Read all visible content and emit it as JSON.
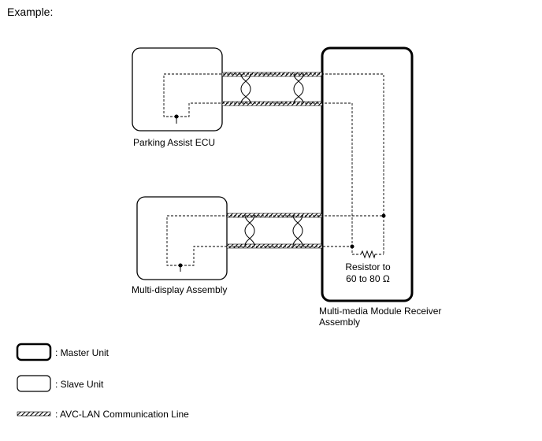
{
  "heading": "Example:",
  "units": {
    "parking_assist": {
      "label": "Parking Assist ECU"
    },
    "multi_display": {
      "label": "Multi-display Assembly"
    },
    "receiver": {
      "label_line1": "Multi-media Module Receiver",
      "label_line2": "Assembly"
    }
  },
  "resistor": {
    "line1": "Resistor to",
    "line2": "60 to 80 Ω"
  },
  "legend": {
    "master": ": Master Unit",
    "slave": ": Slave Unit",
    "line": ": AVC-LAN Communication Line"
  }
}
